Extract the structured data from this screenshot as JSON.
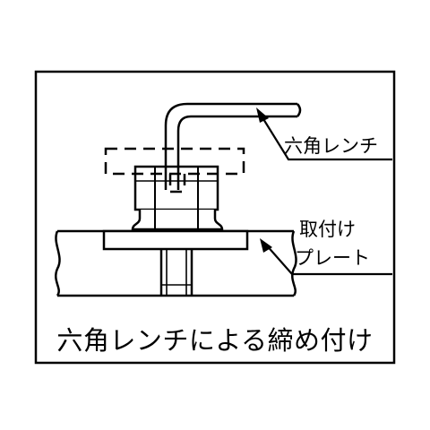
{
  "labels": {
    "wrench": "六角レンチ",
    "plate_line1": "取付け",
    "plate_line2": "プレート"
  },
  "caption": "六角レンチによる締め付け",
  "colors": {
    "line": "#000000",
    "background": "#ffffff"
  }
}
